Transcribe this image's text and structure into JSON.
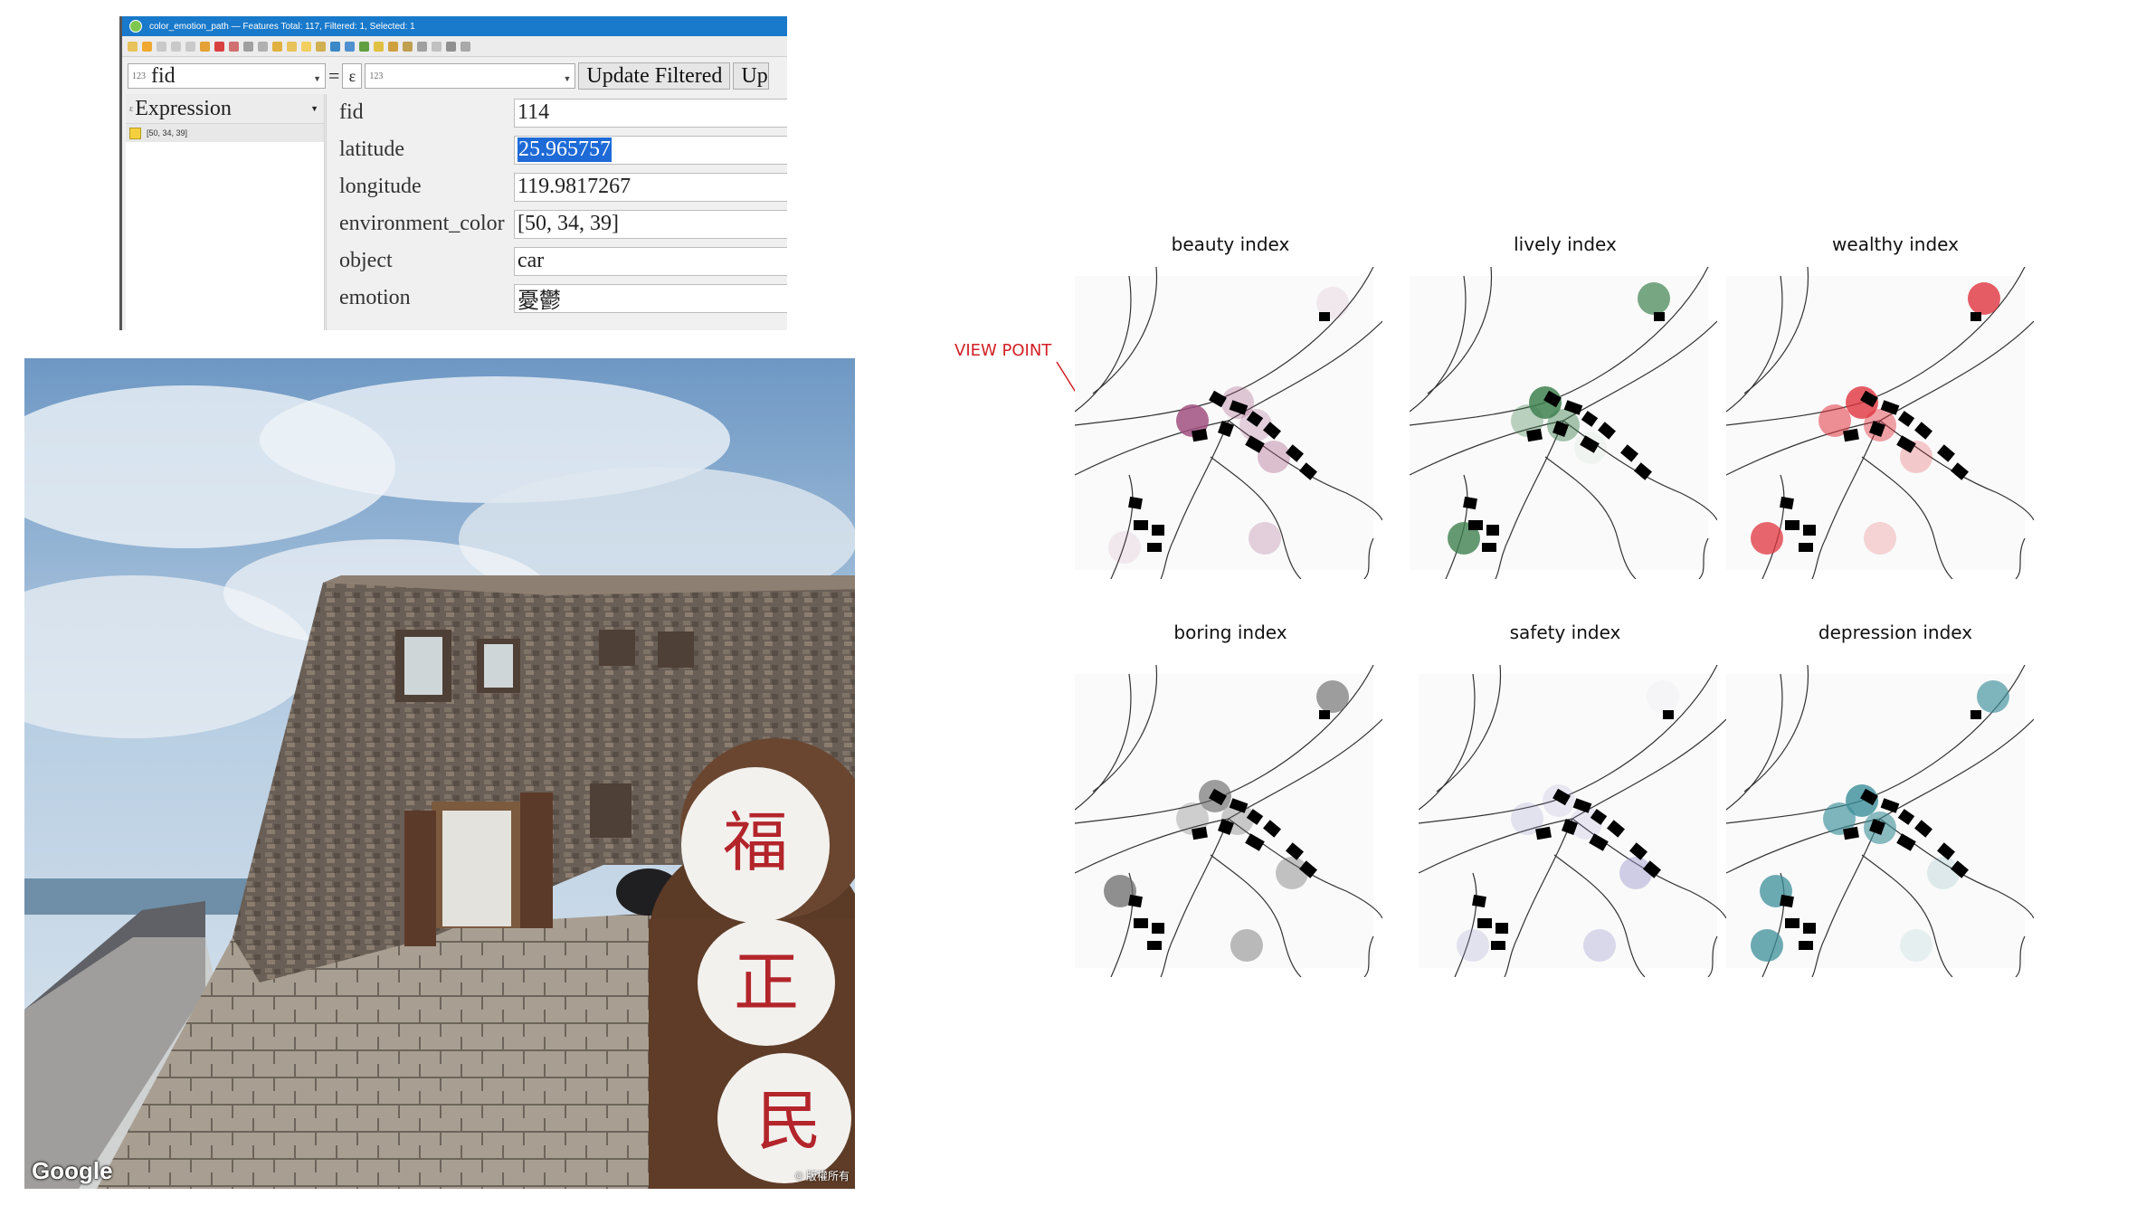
{
  "qgis": {
    "title": "color_emotion_path — Features Total: 117, Filtered: 1, Selected: 1",
    "field_combo": "fid",
    "operator": "=",
    "epsilon": "ε",
    "expr_placeholder": "123",
    "update_button": "Update Filtered",
    "next_button": "Up",
    "expression_header": "Expression",
    "feature_item": "[50, 34, 39]",
    "fields": [
      {
        "label": "fid",
        "value": "114"
      },
      {
        "label": "latitude",
        "value": "25.965757"
      },
      {
        "label": "longitude",
        "value": "119.9817267"
      },
      {
        "label": "environment_color",
        "value": "[50, 34, 39]"
      },
      {
        "label": "object",
        "value": "car"
      },
      {
        "label": "emotion",
        "value": "憂鬱"
      }
    ]
  },
  "photo": {
    "logo": "Google",
    "copyright": "© 版權所有",
    "signs": [
      "福",
      "正",
      "民"
    ]
  },
  "viewpoint_label": "VIEW POINT",
  "panels": [
    {
      "title": "beauty index",
      "color": "#a0507f"
    },
    {
      "title": "lively index",
      "color": "#3f8150"
    },
    {
      "title": "wealthy index",
      "color": "#e0343e"
    },
    {
      "title": "boring index",
      "color": "#6b6b6b"
    },
    {
      "title": "safety index",
      "color": "#9a96cc"
    },
    {
      "title": "depression index",
      "color": "#3c8f9a"
    }
  ],
  "colors": {
    "title_bar": "#1979ca",
    "selection": "#1e6ad6",
    "viewpoint": "#d21f26"
  }
}
